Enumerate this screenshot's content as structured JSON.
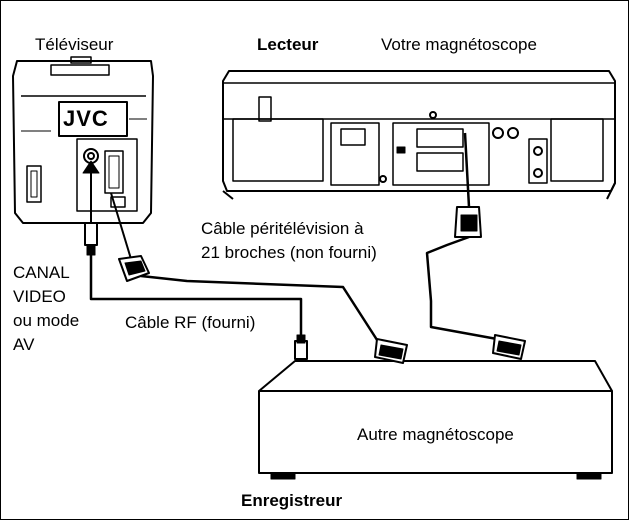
{
  "labels": {
    "tv": "Téléviseur",
    "player": "Lecteur",
    "your_vcr": "Votre magnétoscope",
    "tv_brand": "JVC",
    "scart_cable_line1": "Câble péritélévision à",
    "scart_cable_line2": "21 broches (non fourni)",
    "channel_line1": "CANAL",
    "channel_line2": "VIDEO",
    "channel_line3": "ou mode",
    "channel_line4": "AV",
    "rf_cable": "Câble RF (fourni)",
    "other_vcr": "Autre magnétoscope",
    "recorder": "Enregistreur"
  }
}
